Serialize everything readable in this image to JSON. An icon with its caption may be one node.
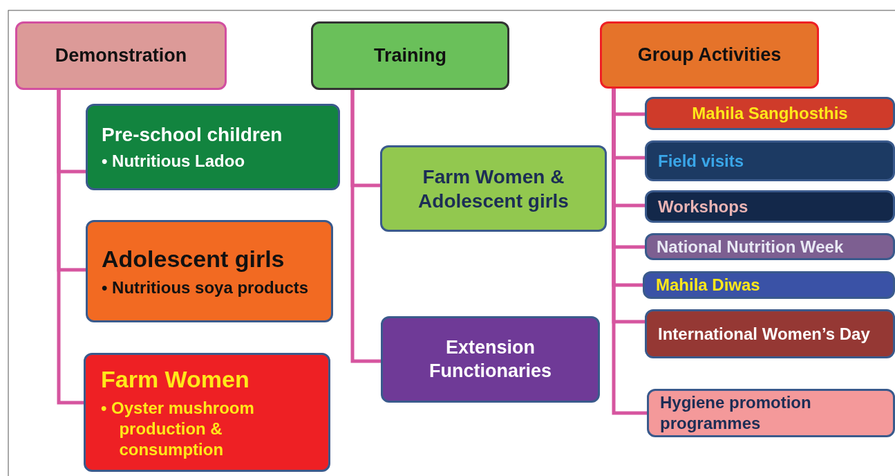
{
  "diagram": {
    "nodes": [
      {
        "text": [
          "Demonstration"
        ]
      },
      {
        "text": [
          "Pre-school children",
          "• Nutritious Ladoo"
        ]
      },
      {
        "text": [
          "Adolescent girls",
          "• Nutritious soya products"
        ]
      },
      {
        "text": [
          "Farm Women",
          "• Oyster mushroom production & consumption"
        ]
      },
      {
        "text": [
          "Training"
        ]
      },
      {
        "text": [
          "Farm Women & Adolescent girls"
        ]
      },
      {
        "text": [
          "Extension Functionaries"
        ]
      },
      {
        "text": [
          "Group Activities"
        ]
      },
      {
        "text": [
          "Mahila Sanghosthis"
        ]
      },
      {
        "text": [
          "Field visits"
        ]
      },
      {
        "text": [
          "Workshops"
        ]
      },
      {
        "text": [
          "National Nutrition Week"
        ]
      },
      {
        "text": [
          "Mahila Diwas"
        ]
      },
      {
        "text": [
          "International Women’s Day"
        ]
      },
      {
        "text": [
          "Hygiene promotion programmes"
        ]
      }
    ],
    "edges": [
      {
        "from": 0,
        "to": 1,
        "arrow": "none"
      },
      {
        "from": 0,
        "to": 2,
        "arrow": "none"
      },
      {
        "from": 0,
        "to": 3,
        "arrow": "none"
      },
      {
        "from": 4,
        "to": 5,
        "arrow": "none"
      },
      {
        "from": 4,
        "to": 6,
        "arrow": "none"
      },
      {
        "from": 7,
        "to": 8,
        "arrow": "none"
      },
      {
        "from": 7,
        "to": 9,
        "arrow": "none"
      },
      {
        "from": 7,
        "to": 10,
        "arrow": "none"
      },
      {
        "from": 7,
        "to": 11,
        "arrow": "none"
      },
      {
        "from": 7,
        "to": 12,
        "arrow": "none"
      },
      {
        "from": 7,
        "to": 13,
        "arrow": "none"
      },
      {
        "from": 7,
        "to": 14,
        "arrow": "none"
      }
    ]
  }
}
